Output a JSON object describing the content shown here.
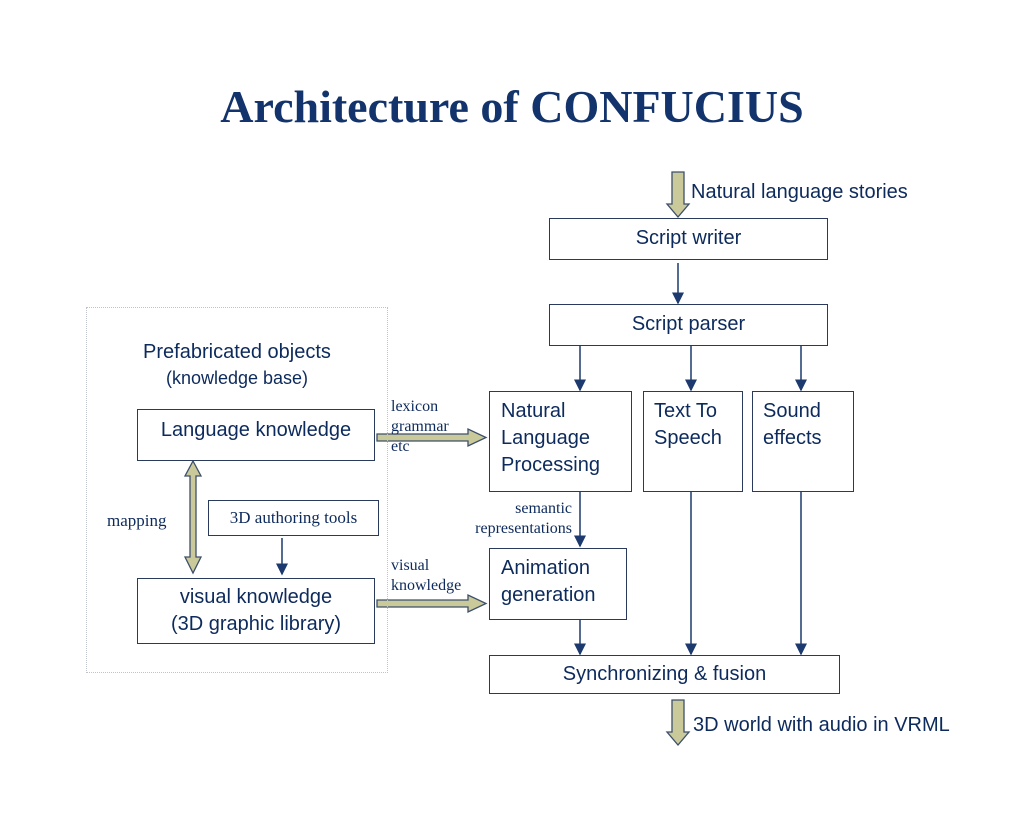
{
  "title": "Architecture of CONFUCIUS",
  "input_label": "Natural language stories",
  "output_label": "3D world with audio in VRML",
  "knowledge_base": {
    "title": "Prefabricated objects",
    "subtitle": "(knowledge base)",
    "language_knowledge": "Language knowledge",
    "visual_knowledge_line1": "visual knowledge",
    "visual_knowledge_line2": "(3D graphic library)",
    "authoring_tools": "3D authoring tools",
    "mapping": "mapping"
  },
  "flow": {
    "script_writer": "Script writer",
    "script_parser": "Script parser",
    "nlp": [
      "Natural",
      "Language",
      "Processing"
    ],
    "tts": [
      "Text To",
      "Speech"
    ],
    "sound": [
      "Sound",
      "effects"
    ],
    "animation": [
      "Animation",
      "generation"
    ],
    "sync": "Synchronizing & fusion"
  },
  "edge_labels": {
    "lexicon": [
      "lexicon",
      "grammar",
      "etc"
    ],
    "semantic": [
      "semantic",
      "representations"
    ],
    "visual": [
      "visual",
      "knowledge"
    ]
  }
}
